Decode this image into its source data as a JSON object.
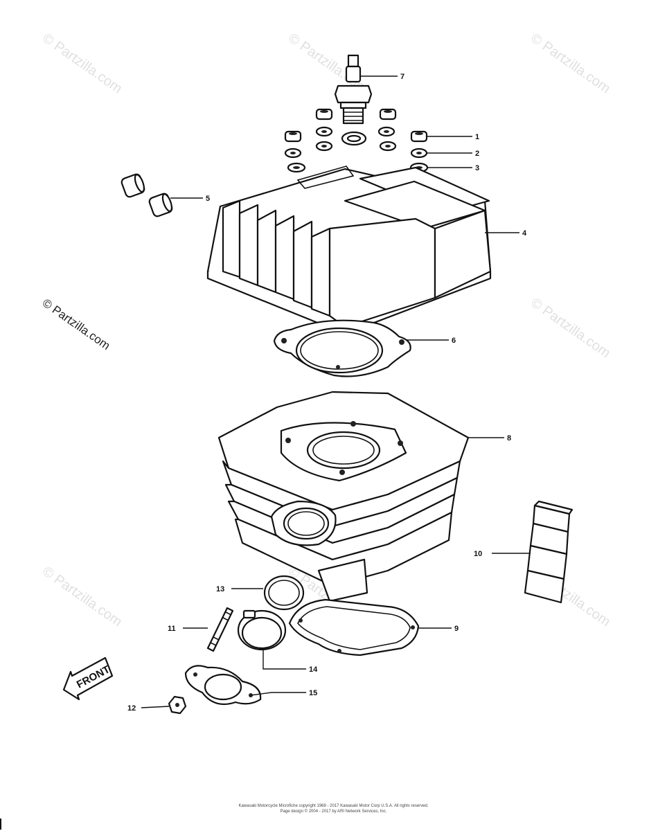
{
  "watermark": "© Partzilla.com",
  "front_label": "FRONT",
  "callouts": [
    {
      "id": "7a",
      "label": "7",
      "part": "spark-plug"
    },
    {
      "id": "1",
      "label": "1",
      "part": "nut"
    },
    {
      "id": "2",
      "label": "2",
      "part": "lock-washer"
    },
    {
      "id": "3",
      "label": "3",
      "part": "flat-washer"
    },
    {
      "id": "5",
      "label": "5",
      "part": "cap"
    },
    {
      "id": "4",
      "label": "4",
      "part": "cylinder-head"
    },
    {
      "id": "6",
      "label": "6",
      "part": "head-gasket"
    },
    {
      "id": "8",
      "label": "8",
      "part": "cylinder"
    },
    {
      "id": "10",
      "label": "10",
      "part": "damper-block"
    },
    {
      "id": "13",
      "label": "13",
      "part": "o-ring"
    },
    {
      "id": "11",
      "label": "11",
      "part": "stud"
    },
    {
      "id": "9",
      "label": "9",
      "part": "base-gasket"
    },
    {
      "id": "14",
      "label": "14",
      "part": "clamp"
    },
    {
      "id": "15",
      "label": "15",
      "part": "intake-gasket"
    },
    {
      "id": "12",
      "label": "12",
      "part": "nut"
    }
  ],
  "footer": {
    "line1": "Kawasaki Motorcycle Microfiche copyright 1968 - 2017 Kawasaki Motor Corp U.S.A. All rights reserved.",
    "line2": "Page design © 2004 - 2017 by ARI Network Services, Inc."
  }
}
